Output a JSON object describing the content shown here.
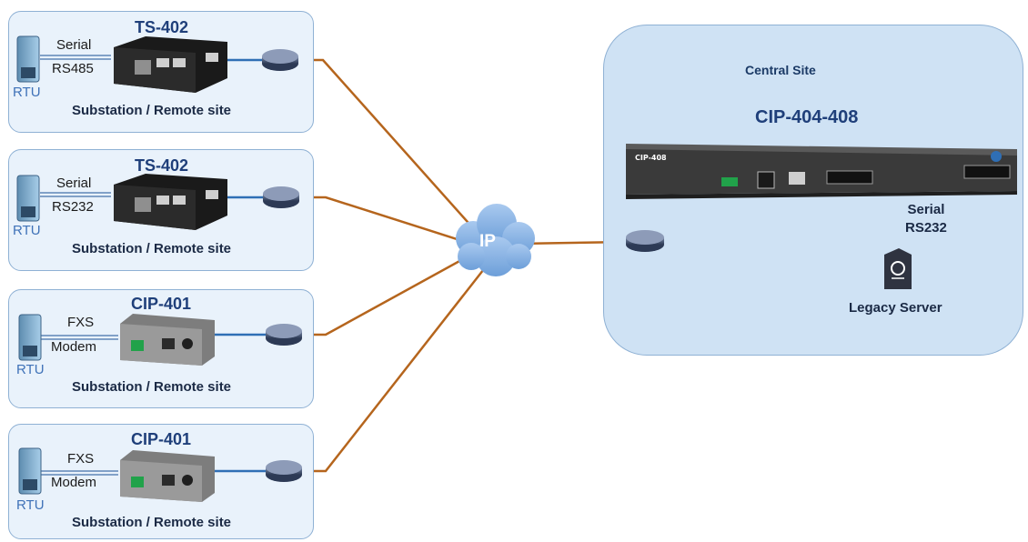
{
  "sites": [
    {
      "title": "TS-402",
      "port_top": "Serial",
      "port_bottom": "RS485",
      "rtu": "RTU",
      "footer": "Substation / Remote site"
    },
    {
      "title": "TS-402",
      "port_top": "Serial",
      "port_bottom": "RS232",
      "rtu": "RTU",
      "footer": "Substation / Remote site"
    },
    {
      "title": "CIP-401",
      "port_top": "FXS",
      "port_bottom": "Modem",
      "rtu": "RTU",
      "footer": "Substation / Remote site"
    },
    {
      "title": "CIP-401",
      "port_top": "FXS",
      "port_bottom": "Modem",
      "rtu": "RTU",
      "footer": "Substation / Remote site"
    }
  ],
  "cloud": {
    "label": "IP"
  },
  "central": {
    "site_label": "Central Site",
    "title": "CIP-404-408",
    "device_brand": "CIP-408",
    "serial_line1": "Serial",
    "serial_line2": "RS232",
    "server_label": "Legacy Server"
  },
  "colors": {
    "box_fill": "#e9f2fb",
    "central_fill": "#cfe2f4",
    "ip_link": "#b5651d",
    "lan_link": "#2f6fb5",
    "serial_link": "#2ea043",
    "cloud": "#8ab4e6"
  },
  "icons": [
    "rtu-icon",
    "router-icon",
    "ts-402-device",
    "cip-401-device",
    "cip-408-device",
    "ip-cloud-icon",
    "legacy-server-icon"
  ]
}
